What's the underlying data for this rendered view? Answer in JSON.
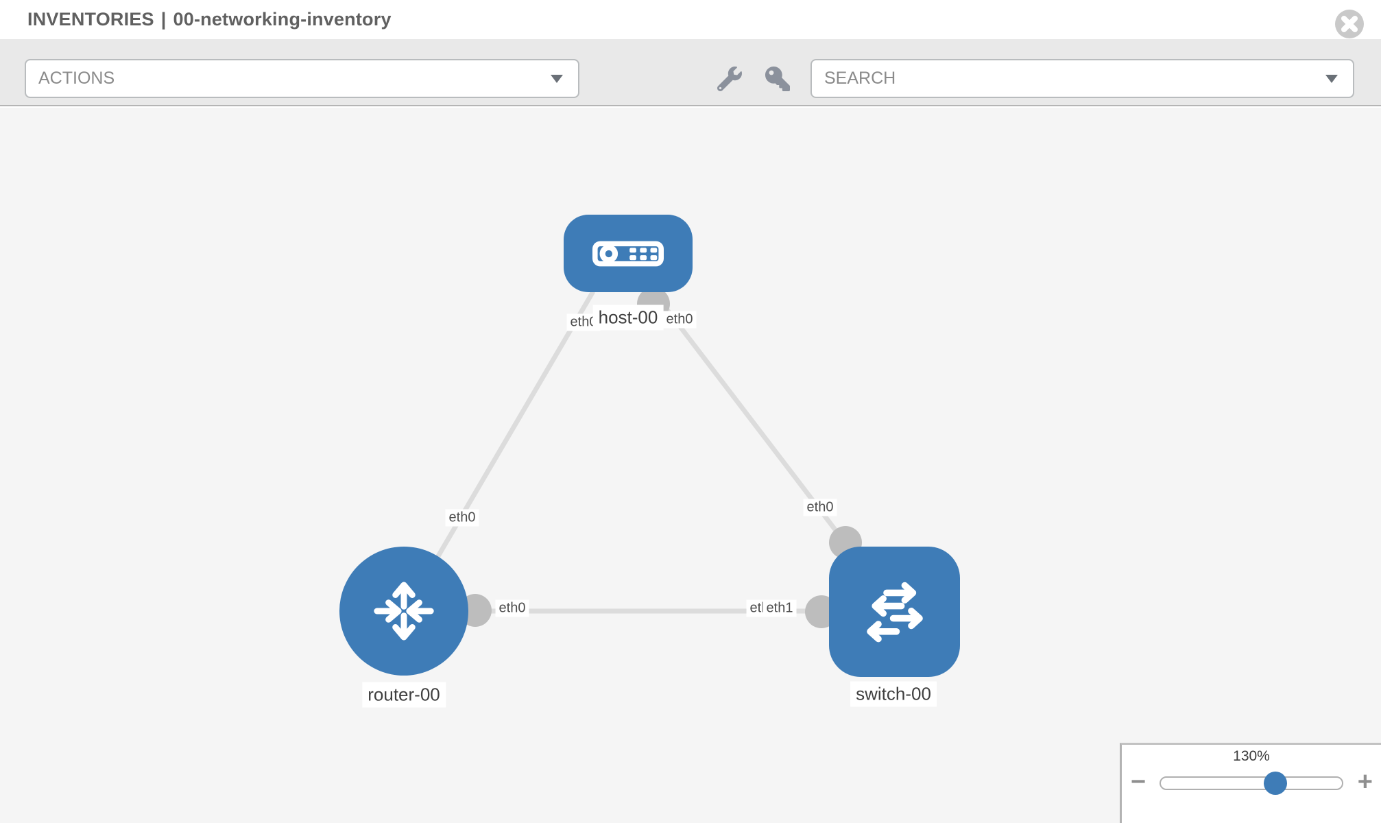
{
  "header": {
    "section": "INVENTORIES",
    "separator": "|",
    "inventory_name": "00-networking-inventory",
    "close_icon": "x-circle-icon"
  },
  "toolbar": {
    "actions_label": "ACTIONS",
    "search_label": "SEARCH",
    "tool_icons": [
      "wrench-icon",
      "key-icon"
    ]
  },
  "topology": {
    "nodes": [
      {
        "id": "host-00",
        "type": "host",
        "label": "host-00",
        "icon": "server-icon"
      },
      {
        "id": "router-00",
        "type": "router",
        "label": "router-00",
        "icon": "router-arrows-icon"
      },
      {
        "id": "switch-00",
        "type": "switch",
        "label": "switch-00",
        "icon": "switch-arrows-icon"
      }
    ],
    "links": [
      {
        "source": "host-00",
        "source_interface": "eth0",
        "target": "router-00",
        "target_interface": "eth0"
      },
      {
        "source": "host-00",
        "source_interface": "eth0",
        "target": "switch-00",
        "target_interface": "eth0"
      },
      {
        "source": "router-00",
        "source_interface": "eth0",
        "target": "switch-00",
        "target_interface": "eth1"
      }
    ],
    "interface_labels": [
      {
        "label": "eth0",
        "node": "host-00",
        "position": "below-left"
      },
      {
        "label": "eth0",
        "node": "host-00",
        "position": "below-right"
      },
      {
        "label": "eth0",
        "node": "router-00",
        "position": "link-to-host"
      },
      {
        "label": "eth0",
        "node": "switch-00",
        "position": "link-to-host"
      },
      {
        "label": "eth0",
        "node": "router-00",
        "position": "right"
      },
      {
        "label": "eth0",
        "node": "switch-00",
        "position": "left-overlapped"
      },
      {
        "label": "eth1",
        "node": "switch-00",
        "position": "left"
      }
    ]
  },
  "zoom_control": {
    "value": "130%",
    "percent": 130,
    "minus_label": "−",
    "plus_label": "+"
  },
  "colors": {
    "node_blue": "#3e7cb7",
    "link_gray": "#dcdcdc",
    "dot_gray": "#bdbdbd",
    "canvas_bg": "#f5f5f5",
    "toolbar_bg": "#e9e9e9"
  }
}
